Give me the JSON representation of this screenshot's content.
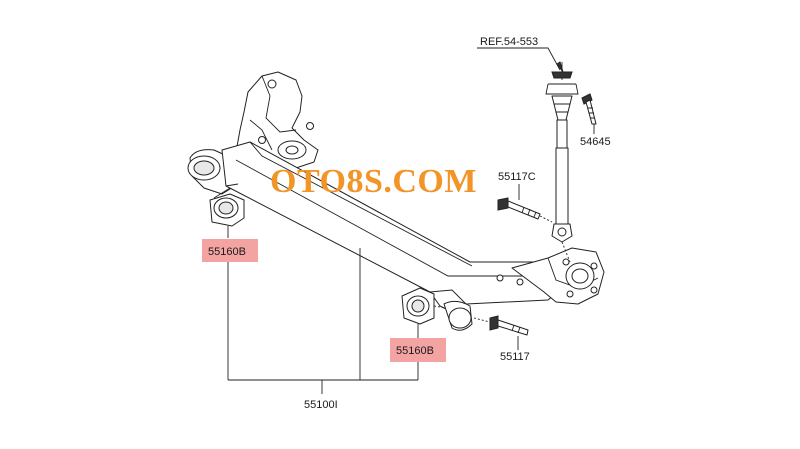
{
  "diagram": {
    "watermark": "OTO8S.COM",
    "labels": {
      "ref": "REF.54-553",
      "bolt_top": "54645",
      "bolt_mid": "55117C",
      "bolt_bottom": "55117",
      "bushing_left": "55160B",
      "bushing_right": "55160B",
      "axle": "55100I"
    },
    "highlight_color": "#f4a3a3",
    "watermark_color": "#f29426"
  }
}
